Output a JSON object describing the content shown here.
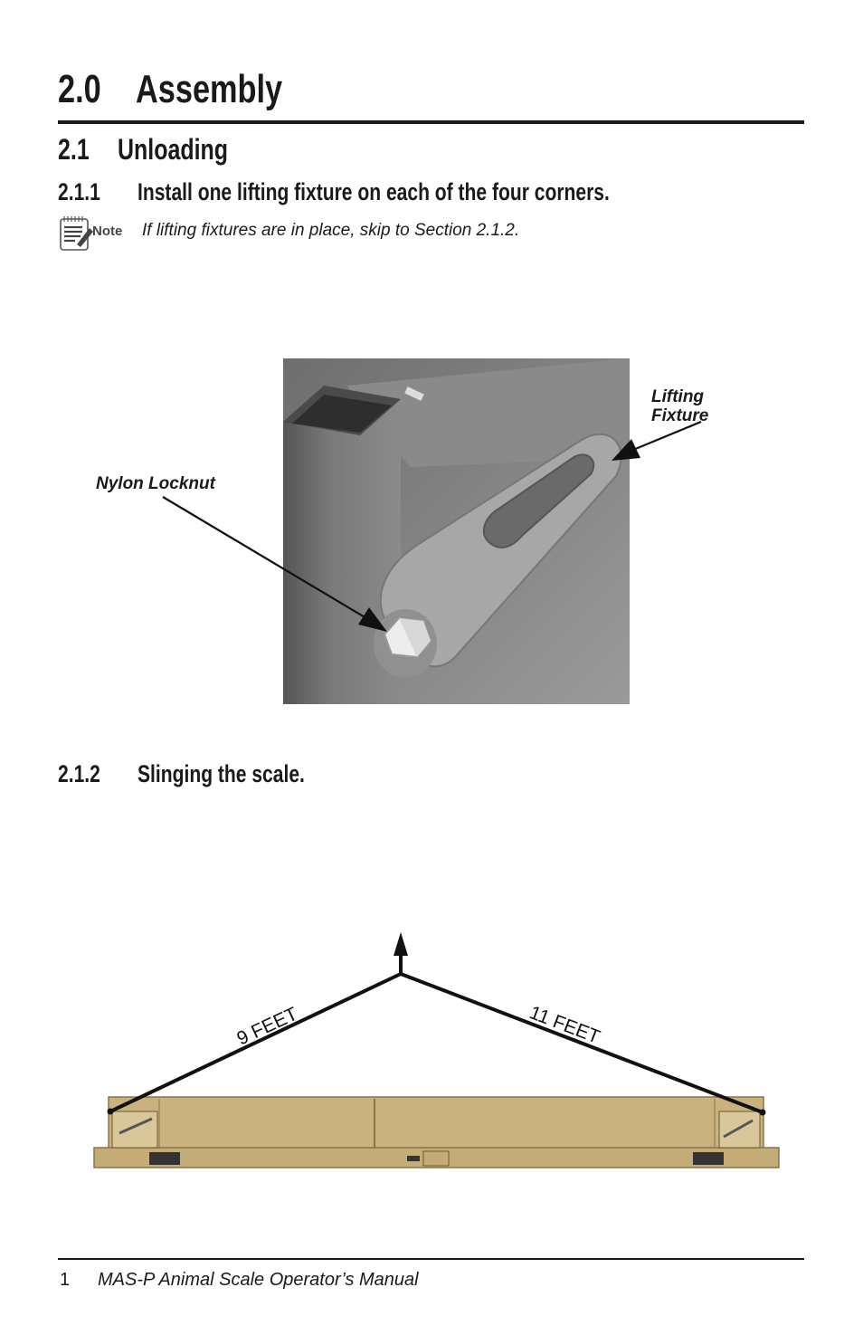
{
  "heading": {
    "number": "2.0",
    "text": "Assembly"
  },
  "section": {
    "number": "2.1",
    "text": "Unloading"
  },
  "subsection1": {
    "number": "2.1.1",
    "text": "Install one lifting fixture on each of the four corners."
  },
  "note": {
    "label": "Note",
    "text": "If lifting fixtures are in place, skip to Section 2.1.2.",
    "icon": "note-icon"
  },
  "figure1": {
    "callout_nylon": "Nylon Locknut",
    "callout_lifting_line1": "Lifting",
    "callout_lifting_line2": "Fixture"
  },
  "subsection2": {
    "number": "2.1.2",
    "text": "Slinging the scale."
  },
  "figure2": {
    "left_length": "9 FEET",
    "right_length": "11 FEET"
  },
  "footer": {
    "page": "1",
    "title": "MAS-P Animal Scale Operator’s Manual"
  },
  "colors": {
    "scale_tan": "#c9b27e",
    "rule": "#1a1a1a"
  }
}
